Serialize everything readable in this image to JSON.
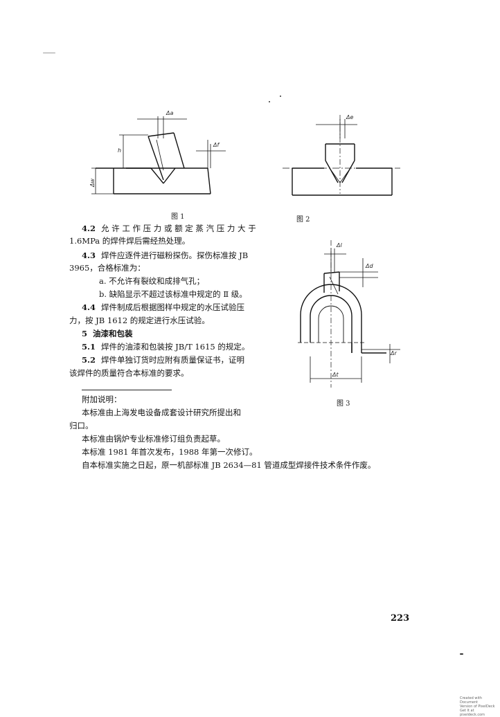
{
  "figures": {
    "fig1": {
      "caption": "图 1",
      "labels": {
        "delta_a": "Δa",
        "delta_f": "Δf",
        "h": "h",
        "delta_w": "Δw"
      }
    },
    "fig2": {
      "caption": "图 2",
      "labels": {
        "delta_e": "Δe"
      }
    },
    "fig3": {
      "caption": "图 3",
      "labels": {
        "delta_l": "Δl",
        "delta_d": "Δd",
        "delta_t": "Δt",
        "delta_r": "Δr"
      }
    }
  },
  "clauses": [
    {
      "num": "4.2",
      "lines": [
        "允 许 工 作 压 力 或 额 定 蒸 汽 压 力 大 于",
        "1.6MPa 的焊件焊后需经热处理。"
      ]
    },
    {
      "num": "4.3",
      "lines": [
        "焊件应逐件进行磁粉探伤。探伤标准按 JB",
        "3965，合格标准为："
      ]
    },
    {
      "num": "",
      "lines": [
        "a. 不允许有裂纹和成排气孔；",
        "b. 缺陷显示不超过该标准中规定的 Ⅱ 级。"
      ]
    },
    {
      "num": "4.4",
      "lines": [
        "焊件制成后根据图样中规定的水压试验压",
        "力，按 JB 1612 的规定进行水压试验。"
      ]
    }
  ],
  "section5": {
    "num": "5",
    "title": "油漆和包装"
  },
  "clauses5": [
    {
      "num": "5.1",
      "lines": [
        "焊件的油漆和包装按 JB/T 1615 的规定。"
      ]
    },
    {
      "num": "5.2",
      "lines": [
        "焊件单独订货时应附有质量保证书，证明",
        "该焊件的质量符合本标准的要求。"
      ]
    }
  ],
  "notes": {
    "heading": "附加说明：",
    "lines": [
      "本标准由上海发电设备成套设计研究所提出和",
      "归口。",
      "本标准由锅炉专业标准修订组负责起草。",
      "本标准 1981 年首次发布，1988 年第一次修订。",
      "自本标准实施之日起，原一机部标准 JB 2634—81    管道成型焊接件技术条件作废。"
    ]
  },
  "page_number": "223",
  "corner_mark": [
    "Created with Document",
    "Version of PixelDeck",
    "Get It at pixeldeck.com"
  ]
}
